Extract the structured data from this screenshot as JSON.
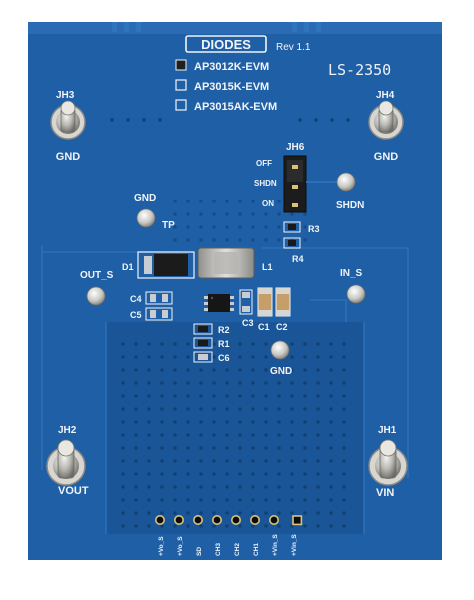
{
  "board": {
    "brand": "DIODES",
    "revision": "Rev 1.1",
    "part_code": "LS-2350",
    "variants": [
      {
        "label": "AP3012K-EVM",
        "checked": true
      },
      {
        "label": "AP3015K-EVM",
        "checked": false
      },
      {
        "label": "AP3015AK-EVM",
        "checked": false
      }
    ],
    "jumper": {
      "name": "JH6",
      "positions": [
        "OFF",
        "SHDN",
        "ON"
      ],
      "pin_label": "SHDN"
    },
    "terminals": {
      "jh3": {
        "name": "JH3",
        "label": "GND"
      },
      "jh4": {
        "name": "JH4",
        "label": "GND"
      },
      "jh2": {
        "name": "JH2",
        "label": "VOUT"
      },
      "jh1": {
        "name": "JH1",
        "label": "VIN"
      }
    },
    "test_points": {
      "tp_gnd_top": "GND",
      "tp": "TP",
      "out_s": "OUT_S",
      "in_s": "IN_S",
      "gnd_center": "GND"
    },
    "components": {
      "d1": "D1",
      "l1": "L1",
      "r3": "R3",
      "r4": "R4",
      "c4": "C4",
      "c5": "C5",
      "c3": "C3",
      "c1": "C1",
      "c2": "C2",
      "r2": "R2",
      "r1": "R1",
      "c6": "C6"
    },
    "header_labels": [
      "+Vo_S",
      "+Vo_S",
      "SD",
      "CH3",
      "CH2",
      "CH1",
      "+Vin_S",
      "+Vin_S"
    ],
    "colors": {
      "pcb": "#1f5fa6",
      "pcb_dark": "#164b87",
      "silkscreen": "#f1f3f7",
      "pad": "#c9ccd2"
    }
  }
}
